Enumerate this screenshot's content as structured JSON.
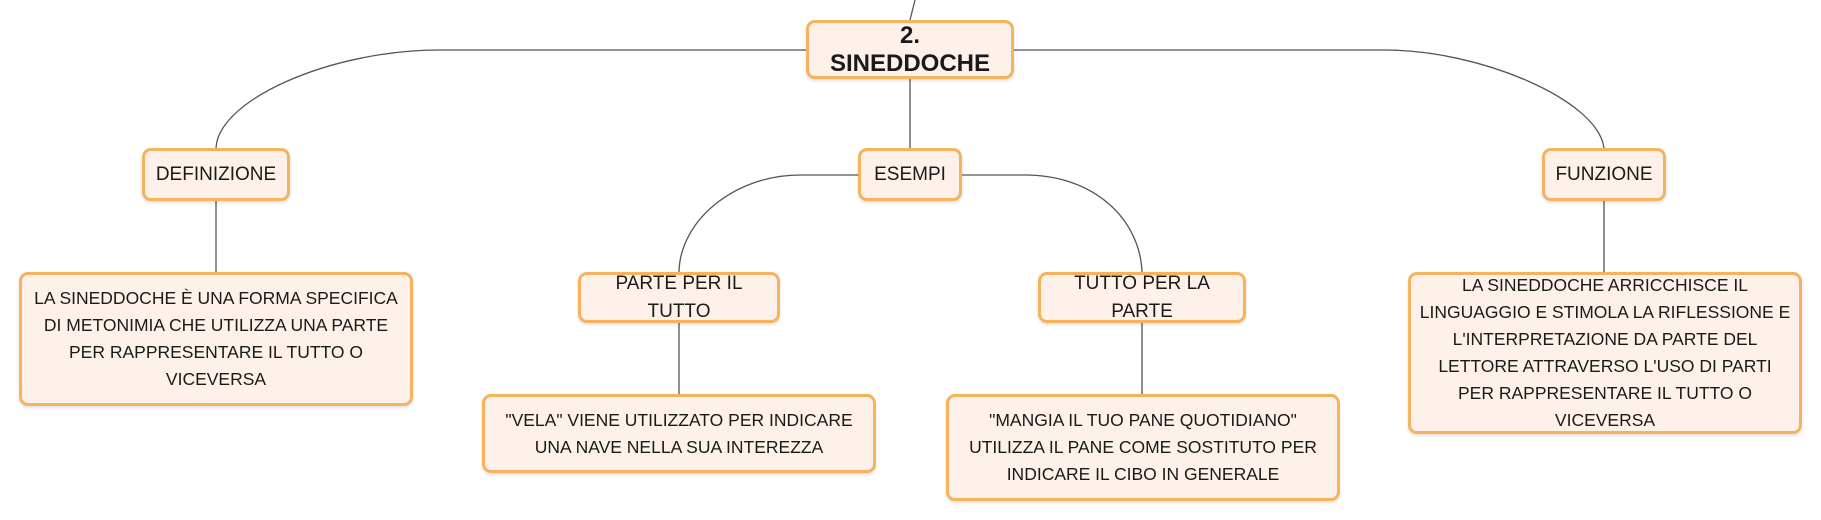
{
  "mindmap": {
    "root": "2. SINEDDOCHE",
    "branches": {
      "definizione": {
        "label": "DEFINIZIONE",
        "text": "LA SINEDDOCHE È UNA FORMA SPECIFICA DI METONIMIA CHE UTILIZZA UNA PARTE PER RAPPRESENTARE IL TUTTO O VICEVERSA"
      },
      "esempi": {
        "label": "ESEMPI",
        "parte": {
          "label": "PARTE PER IL TUTTO",
          "text": "\"VELA\" VIENE UTILIZZATO PER INDICARE UNA NAVE NELLA SUA INTEREZZA"
        },
        "tutto": {
          "label": "TUTTO PER LA PARTE",
          "text": "\"MANGIA IL TUO PANE QUOTIDIANO\" UTILIZZA IL PANE COME SOSTITUTO PER INDICARE IL CIBO IN GENERALE"
        }
      },
      "funzione": {
        "label": "FUNZIONE",
        "text": "LA SINEDDOCHE ARRICCHISCE IL LINGUAGGIO E STIMOLA LA RIFLESSIONE E L'INTERPRETAZIONE DA PARTE DEL LETTORE ATTRAVERSO L'USO DI PARTI PER RAPPRESENTARE IL TUTTO O VICEVERSA"
      }
    }
  }
}
